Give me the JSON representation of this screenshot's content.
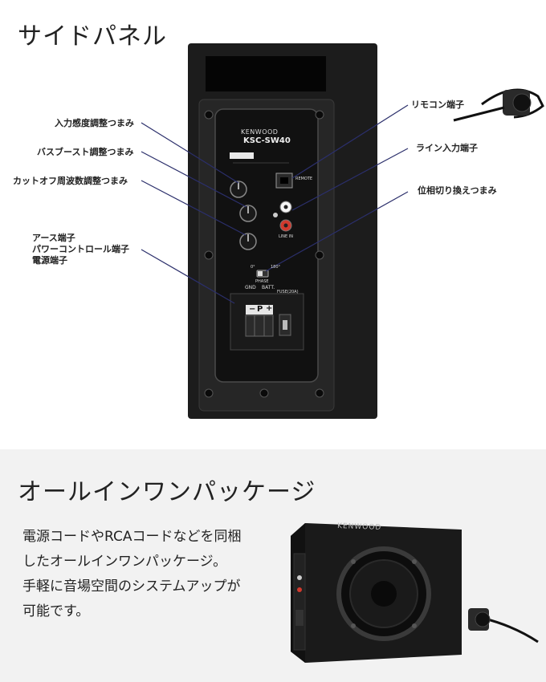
{
  "side_panel": {
    "heading": "サイドパネル",
    "callouts_left": [
      "入力感度調整つまみ",
      "バスブースト調整つまみ",
      "カットオフ周波数調整つまみ"
    ],
    "callout_ground": [
      "アース端子",
      "パワーコントロール端子",
      "電源端子"
    ],
    "callouts_right": [
      "リモコン端子",
      "ライン入力端子",
      "位相切り換えつまみ"
    ],
    "panel_text": {
      "brand": "KENWOOD",
      "model": "KSC-SW40",
      "remote": "REMOTE",
      "line_in": "LINE IN",
      "phase": "PHASE",
      "phase_0": "0°",
      "phase_180": "180°",
      "gnd": "GND",
      "batt": "BATT.",
      "fuse": "FUSE(20A)",
      "terminal_minus": "−",
      "terminal_p": "P",
      "terminal_plus": "+"
    }
  },
  "package": {
    "heading": "オールインワンパッケージ",
    "body_lines": [
      "電源コードやRCAコードなどを同梱",
      "したオールインワンパッケージ。",
      "手軽に音場空間のシステムアップが",
      "可能です。"
    ],
    "product_brand": "KENWOOD"
  },
  "colors": {
    "leader_line": "#2b2f6b",
    "panel_dark": "#141414",
    "carpet": "#1c1c1c",
    "band_bg": "#f2f2f2"
  }
}
